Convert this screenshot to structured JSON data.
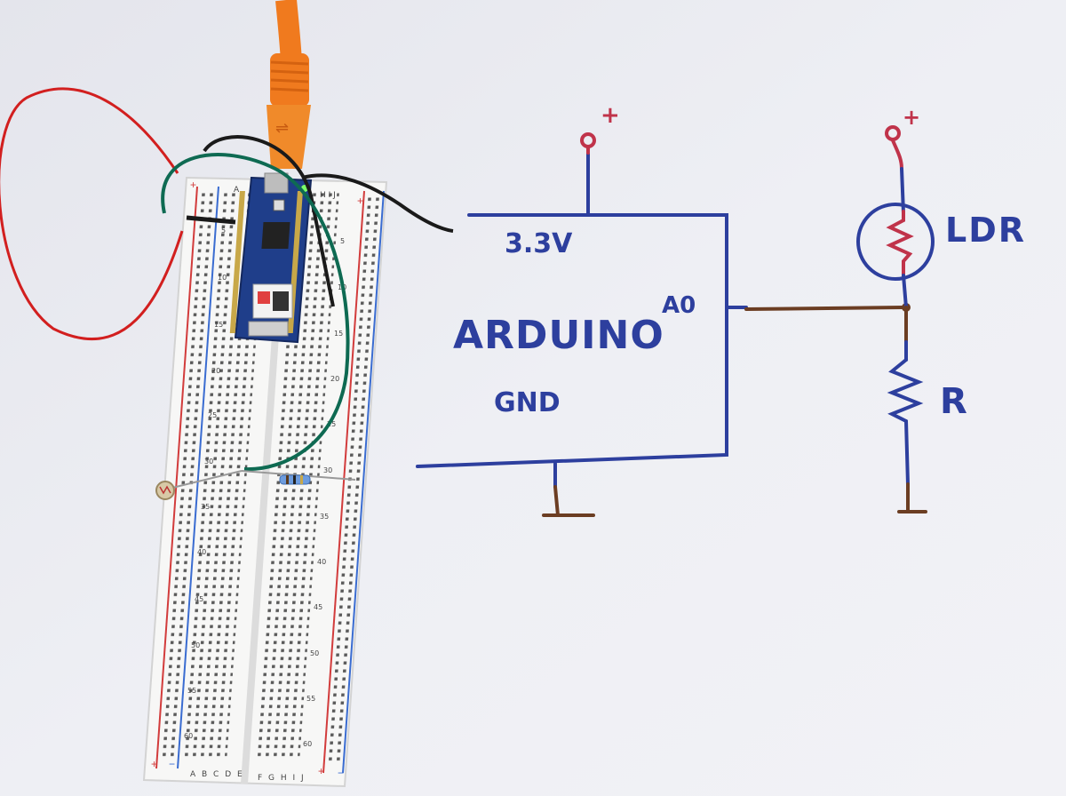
{
  "schematic": {
    "supply_label": "3.3V",
    "board_label": "ARDUINO",
    "analog_pin_label": "A0",
    "ground_label": "GND",
    "ldr_label": "LDR",
    "resistor_label": "R",
    "plus_symbol": "+"
  },
  "breadboard": {
    "top_columns_left": "A",
    "top_columns_right": "H I J",
    "bottom_columns_left": "A B C D E",
    "bottom_columns_right": "F G H I J",
    "rail_plus": "+",
    "rail_minus": "−",
    "row_numbers": [
      "5",
      "10",
      "15",
      "20",
      "25",
      "30",
      "35",
      "40",
      "45",
      "50",
      "55",
      "60"
    ]
  },
  "colors": {
    "paper": "#ecedf3",
    "marker_blue": "#2d3f9e",
    "marker_red": "#c0334a",
    "marker_brown": "#6b3d22",
    "wire_red": "#d21f1f",
    "wire_black": "#1a1a1a",
    "wire_green": "#0e6a52",
    "usb_orange": "#f07a1e"
  }
}
